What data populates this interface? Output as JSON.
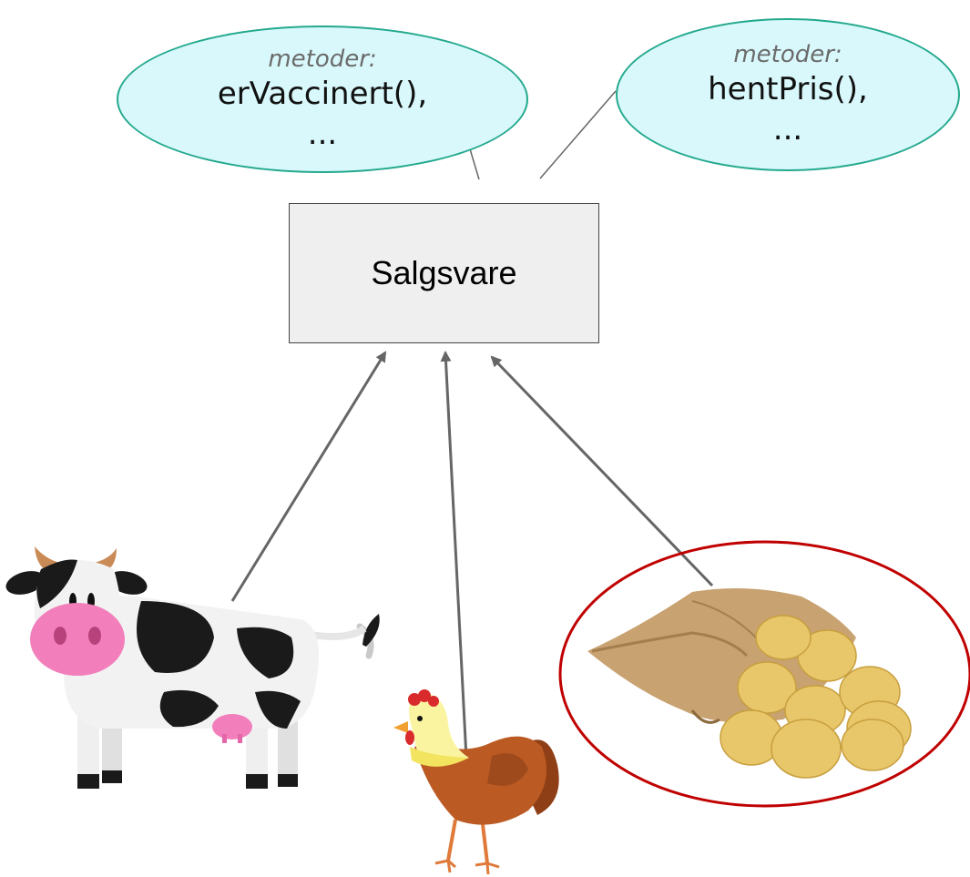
{
  "bubbles": {
    "left": {
      "caption": "metoder:",
      "method": "erVaccinert(),",
      "more": "..."
    },
    "right": {
      "caption": "metoder:",
      "method": "hentPris(),",
      "more": "..."
    }
  },
  "class_box": {
    "label": "Salgsvare"
  },
  "items": [
    {
      "name": "cow",
      "icon": "cow-icon"
    },
    {
      "name": "chicken",
      "icon": "chicken-icon"
    },
    {
      "name": "potato-sack",
      "icon": "potato-sack-icon",
      "highlighted": true
    }
  ],
  "colors": {
    "bubble_fill": "#d9f8fb",
    "bubble_border": "#23a98e",
    "arrow": "#666666",
    "highlight_ring": "#c00000",
    "class_fill": "#efefef"
  }
}
